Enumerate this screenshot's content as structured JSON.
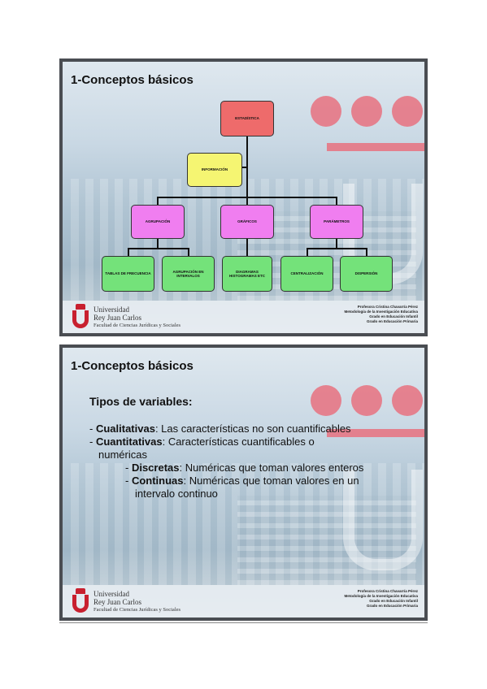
{
  "slides": [
    {
      "title": "1-Conceptos básicos",
      "diagram": {
        "estadistica": "ESTADÍSTICA",
        "informacion": "INFORMACIÓN",
        "agrupacion": "AGRUPACIÓN",
        "graficos": "GRÁFICOS",
        "parametros": "PARÁMETROS",
        "tablas": "TABLAS DE FRECUENCIA",
        "agrupacion_intervalos": "AGRUPACIÓN EN INTERVALOS",
        "diagramas": "DIAGRAMAS HISTOGRAMAS ETC",
        "centralizacion": "CENTRALIZACIÓN",
        "dispersion": "DISPERSIÓN"
      }
    },
    {
      "title": "1-Conceptos básicos",
      "heading": "Tipos de variables:",
      "items": [
        {
          "term": "Cualitativas",
          "text": ": Las características no son cuantificables"
        },
        {
          "term": "Cuantitativas",
          "text": ": Características cuantificables o",
          "cont": "numéricas"
        },
        {
          "term": "Discretas",
          "text": ": Numéricas que toman valores enteros"
        },
        {
          "term": "Continuas",
          "text": ": Numéricas que toman valores en un",
          "cont": "intervalo continuo"
        }
      ]
    }
  ],
  "footer": {
    "uni_line1": "Universidad",
    "uni_line2": "Rey Juan Carlos",
    "uni_line3": "Facultad de Ciencias Jurídicas y Sociales",
    "credit1": "Profesora Cristina Chavarría Pérez",
    "credit2": "Metodología de la Investigación Educativa",
    "credit3": "Grado en Educación Infantil",
    "credit4": "Grado en Educación Primaria"
  },
  "colors": {
    "red_node": "#ee6b6b",
    "yellow_node": "#f5f572",
    "pink_node": "#f07ef0",
    "green_node": "#74e27a",
    "urjc_red": "#c8202f"
  }
}
